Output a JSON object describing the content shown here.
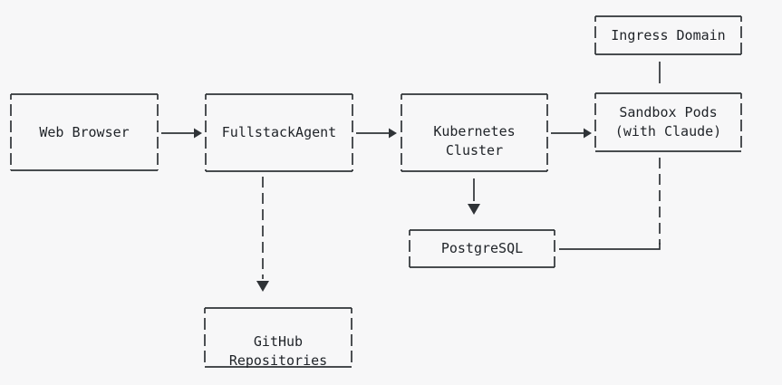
{
  "diagram": {
    "title": "FullstackAgent architecture diagram",
    "colors": {
      "background": "#f7f7f8",
      "stroke": "#2f3337",
      "text": "#1f2328"
    },
    "nodes": {
      "web_browser": {
        "label": "Web Browser"
      },
      "fullstack_agent": {
        "label": "FullstackAgent"
      },
      "kubernetes": {
        "lines": [
          "Kubernetes",
          "Cluster"
        ]
      },
      "sandbox_pods": {
        "lines": [
          "Sandbox Pods",
          "(with Claude)"
        ]
      },
      "ingress_domain": {
        "label": "Ingress Domain"
      },
      "postgresql": {
        "label": "PostgreSQL"
      },
      "github_repos": {
        "lines": [
          "GitHub",
          "Repositories"
        ]
      }
    },
    "edges": [
      {
        "from": "Web Browser",
        "to": "FullstackAgent",
        "style": "solid",
        "arrow": true
      },
      {
        "from": "FullstackAgent",
        "to": "Kubernetes Cluster",
        "style": "solid",
        "arrow": true
      },
      {
        "from": "Kubernetes Cluster",
        "to": "Sandbox Pods (with Claude)",
        "style": "solid",
        "arrow": true
      },
      {
        "from": "Ingress Domain",
        "to": "Sandbox Pods (with Claude)",
        "style": "solid",
        "arrow": false
      },
      {
        "from": "FullstackAgent",
        "to": "GitHub Repositories",
        "style": "dashed",
        "arrow": true
      },
      {
        "from": "Kubernetes Cluster",
        "to": "PostgreSQL",
        "style": "solid",
        "arrow": true
      },
      {
        "from": "Sandbox Pods (with Claude)",
        "to": "PostgreSQL",
        "style": "dashed",
        "arrow": false
      }
    ]
  }
}
